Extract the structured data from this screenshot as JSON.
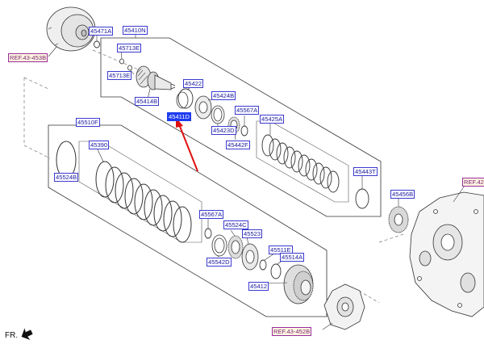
{
  "colors": {
    "label_text": "#1a1aa0",
    "label_border": "#3a3ad0",
    "highlight": "#1e3cf0",
    "ref_text": "#7a1a7a",
    "arrow": "#e01010",
    "line": "#333333"
  },
  "labels": {
    "p45471A": "45471A",
    "p45410N": "45410N",
    "p45713E_top": "45713E",
    "p45713E_left": "45713E",
    "p45414B": "45414B",
    "p45422": "45422",
    "p45411D": "45411D",
    "p45424B": "45424B",
    "p45423D": "45423D",
    "p45567A_top": "45567A",
    "p45425A": "45425A",
    "p45442F": "45442F",
    "p45443T": "45443T",
    "p45456B": "45456B",
    "p45510F": "45510F",
    "p45390": "45390",
    "p45524B": "45524B",
    "p45567A_bot": "45567A",
    "p45524C": "45524C",
    "p45523": "45523",
    "p45542D": "45542D",
    "p45511E": "45511E",
    "p45514A": "45514A",
    "p45412": "45412"
  },
  "refs": {
    "ref_453": "REF.43-453B",
    "ref_42": "REF.42",
    "ref_452": "REF.43-452B"
  },
  "orientation_label": "FR.",
  "highlighted_part": "45411D"
}
